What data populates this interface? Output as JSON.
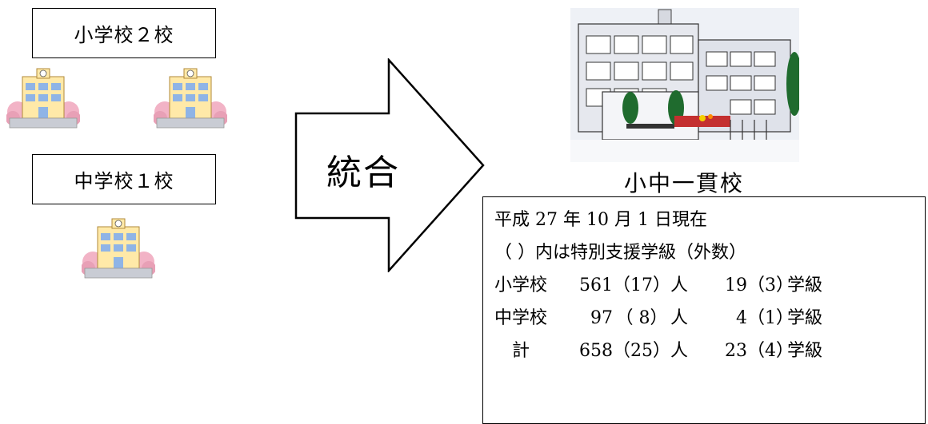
{
  "before": {
    "elementary_label": "小学校２校",
    "jhs_label": "中学校１校"
  },
  "arrow_label": "統合",
  "after": {
    "caption": "小中一貫校"
  },
  "stats": {
    "date_line": "平成 27 年 10 月 1 日現在",
    "note_line": "（ ）内は特別支援学級（外数）",
    "rows": [
      {
        "name": "小学校",
        "pupils": "561",
        "pupils_special": "（17）",
        "pupils_unit": "人",
        "classes": "19",
        "classes_special": "（3）",
        "classes_unit": "学級"
      },
      {
        "name": "中学校",
        "pupils": "97",
        "pupils_special": "（ 8）",
        "pupils_unit": "人",
        "classes": "4",
        "classes_special": "（1）",
        "classes_unit": "学級"
      },
      {
        "name": "　計",
        "pupils": "658",
        "pupils_special": "（25）",
        "pupils_unit": "人",
        "classes": "23",
        "classes_special": "（4）",
        "classes_unit": "学級"
      }
    ]
  },
  "colors": {
    "building_wall": "#ffe9a8",
    "cherry_blossom": "#f2b3c6",
    "window_blue": "#8fb4e6",
    "roof": "#d9a441",
    "gray_wall": "#c9ccd4",
    "tree_green": "#1f6b2e"
  }
}
